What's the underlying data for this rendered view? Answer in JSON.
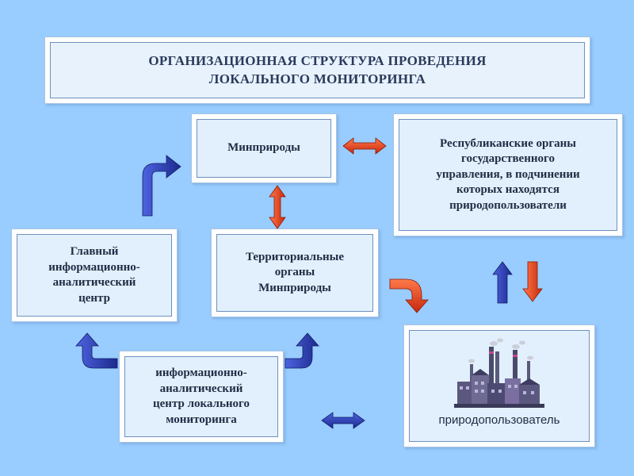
{
  "title": {
    "line1": "ОРГАНИЗАЦИОННАЯ СТРУКТУРА ПРОВЕДЕНИЯ",
    "line2": "ЛОКАЛЬНОГО МОНИТОРИНГА"
  },
  "nodes": {
    "minprirody": {
      "lines": [
        "Минприроды"
      ]
    },
    "republic": {
      "lines": [
        "Республиканские органы",
        "государственного",
        "управления, в подчинении",
        "которых находятся",
        "природопользователи"
      ]
    },
    "main_center": {
      "lines": [
        "Главный",
        "информационно-",
        "аналитический",
        "центр"
      ]
    },
    "territorial": {
      "lines": [
        "Территориальные",
        "органы",
        "Минприроды"
      ]
    },
    "local_center": {
      "lines": [
        "информационно-",
        "аналитический",
        "центр локального",
        "мониторинга"
      ]
    },
    "user": {
      "label": "природопользователь"
    }
  },
  "colors": {
    "background": "#99ccff",
    "box_fill": "#e2f0fd",
    "box_border": "#6f90bc",
    "arrow_red": "#e8401c",
    "arrow_blue": "#2d3fb8",
    "text": "#1f2c44"
  },
  "icons": {
    "factory": "factory-icon"
  }
}
